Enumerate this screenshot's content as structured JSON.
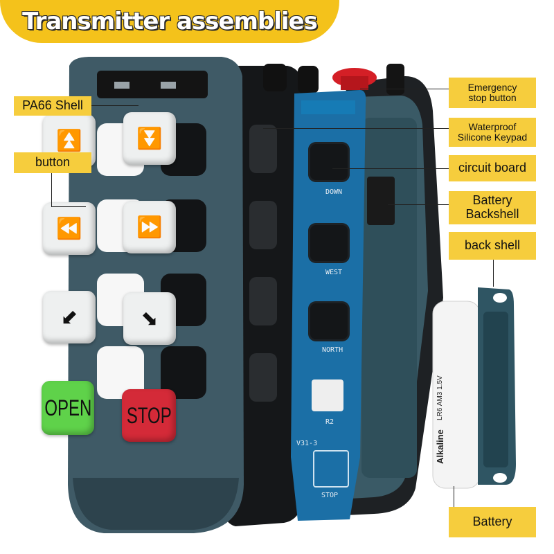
{
  "title": "Transmitter assemblies",
  "labels": {
    "pa66_shell": "PA66 Shell",
    "button": "button",
    "emergency_stop_line1": "Emergency",
    "emergency_stop_line2": "stop button",
    "waterproof_keypad_line1": "Waterproof",
    "waterproof_keypad_line2": "Silicone Keypad",
    "circuit_board": "circuit board",
    "battery_backshell_line1": "Battery",
    "battery_backshell_line2": "Backshell",
    "back_shell": "back shell",
    "battery": "Battery"
  },
  "keys": {
    "open": "OPEN",
    "stop": "STOP"
  },
  "pcb_labels": {
    "down": "DOWN",
    "west": "WEST",
    "north": "NORTH",
    "r2": "R2",
    "stop": "STOP",
    "board_code": "V31-3"
  },
  "battery_print": {
    "brand": "Alkaline",
    "type": "LR6",
    "size": "AM3",
    "voltage": "1.5V"
  },
  "colors": {
    "accent": "#f4c21b",
    "callout": "#f6cd3d",
    "shell": "#3f5a66",
    "pcb": "#1b6fa6",
    "open_key": "#5fd24a",
    "stop_key": "#d42a38"
  }
}
